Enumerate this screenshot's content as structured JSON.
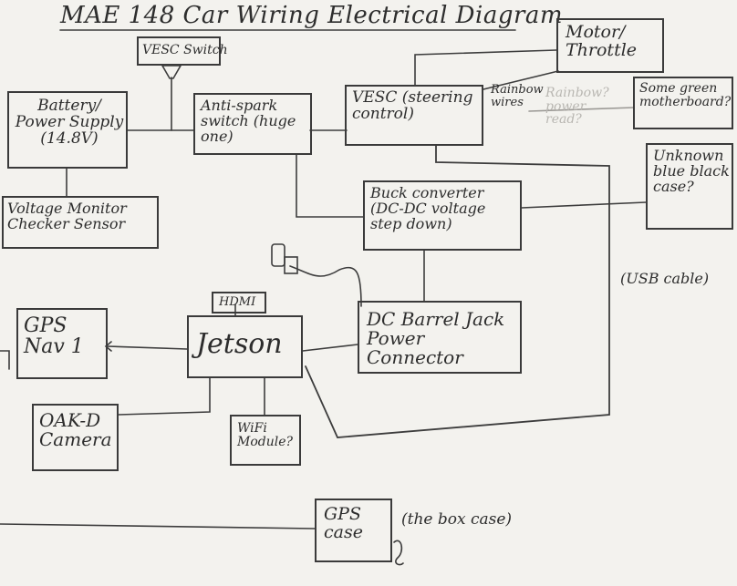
{
  "title": "MAE 148 Car Wiring Electrical Diagram",
  "boxes": {
    "motor": "Motor/ Throttle",
    "vesc_switch": "VESC Switch",
    "battery": "Battery/ Power Supply (14.8V)",
    "antispark": "Anti-spark switch (huge one)",
    "vesc": "VESC (steering control)",
    "green_board": "Some green motherboard?",
    "voltage_monitor": "Voltage Monitor Checker Sensor",
    "buck": "Buck converter (DC-DC voltage step down)",
    "unknown_case": "Unknown blue black case?",
    "gps": "GPS Nav 1",
    "jetson": "Jetson",
    "hdmi": "HDMI",
    "dc_jack": "DC Barrel Jack Power Connector",
    "oak": "OAK-D Camera",
    "wifi": "WiFi Module?",
    "gps_case": "GPS case"
  },
  "annotations": {
    "rainbow_wires": "Rainbow wires",
    "faint_note": "Rainbow? power read?",
    "usb_cable": "(USB cable)",
    "box_case": "(the box case)"
  }
}
